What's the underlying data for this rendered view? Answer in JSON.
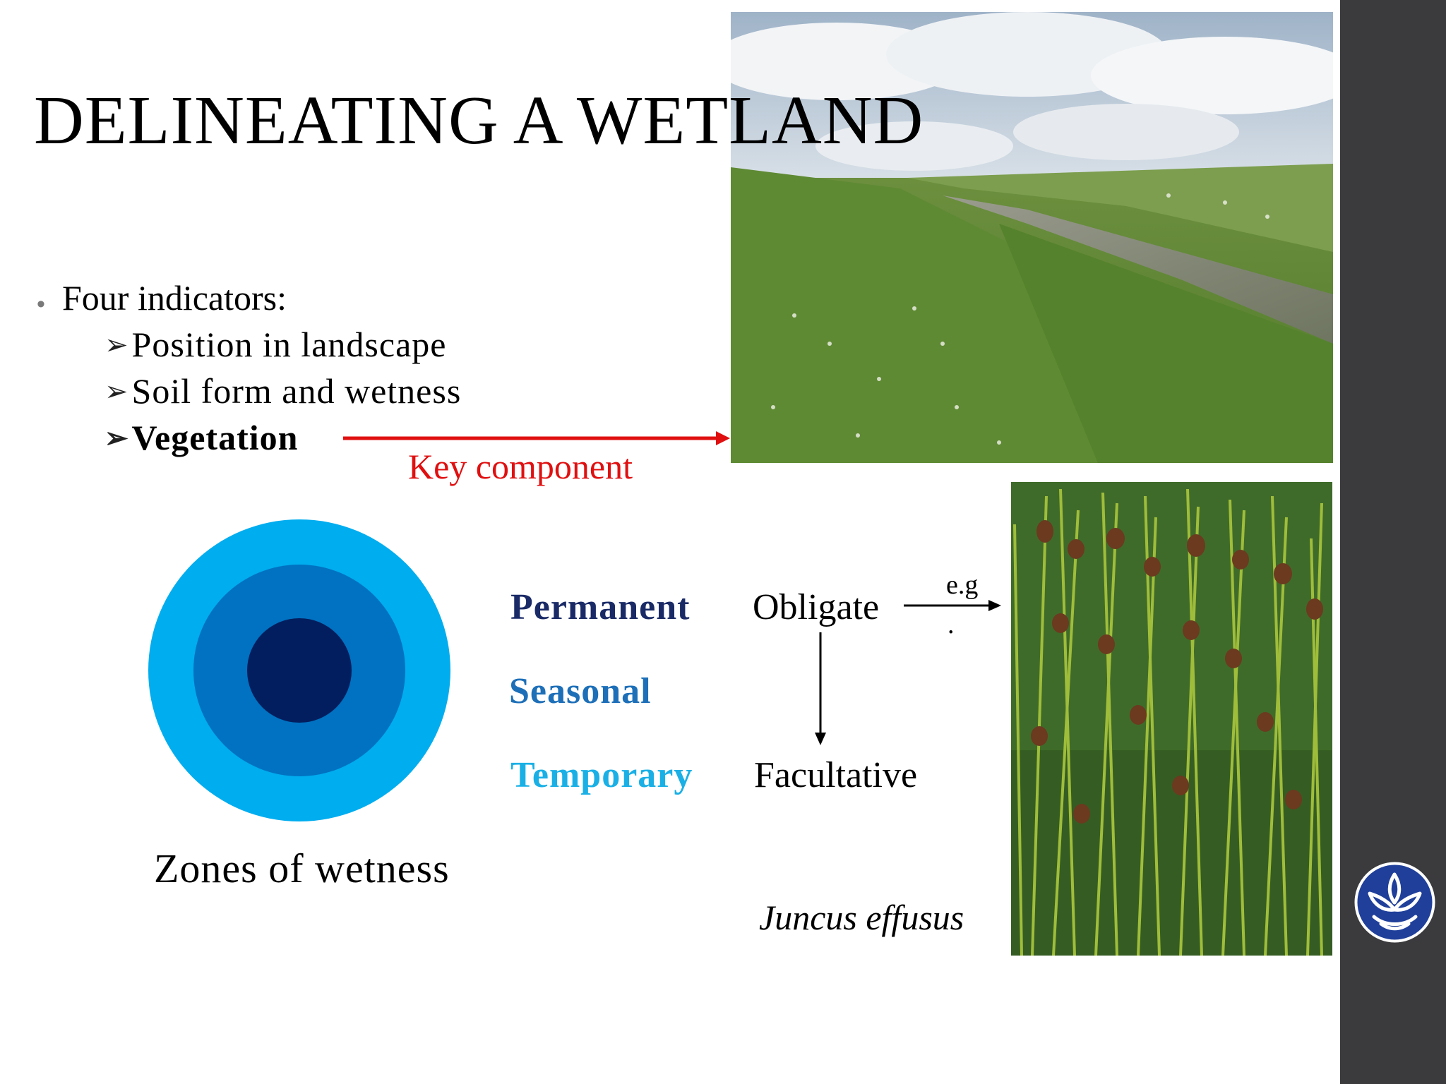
{
  "slide": {
    "title": "DELINEATING A WETLAND",
    "indicators": {
      "lead": "Four indicators:",
      "items": [
        "Position in landscape",
        "Soil form and wetness",
        "Vegetation"
      ]
    },
    "key_label": "Key component",
    "zones_caption": "Zones of wetness",
    "wetness_levels": [
      "Permanent",
      "Seasonal",
      "Temporary"
    ],
    "vegetation_types": [
      "Obligate",
      "Facultative"
    ],
    "eg_label": "e.g",
    "eg_dot": ".",
    "species_label": "Juncus effusus",
    "colors": {
      "permanent": "#1a2a66",
      "seasonal": "#1d6fb8",
      "temporary": "#1ab0e6",
      "key": "#e01010",
      "sidebar": "#3b3b3e"
    }
  }
}
